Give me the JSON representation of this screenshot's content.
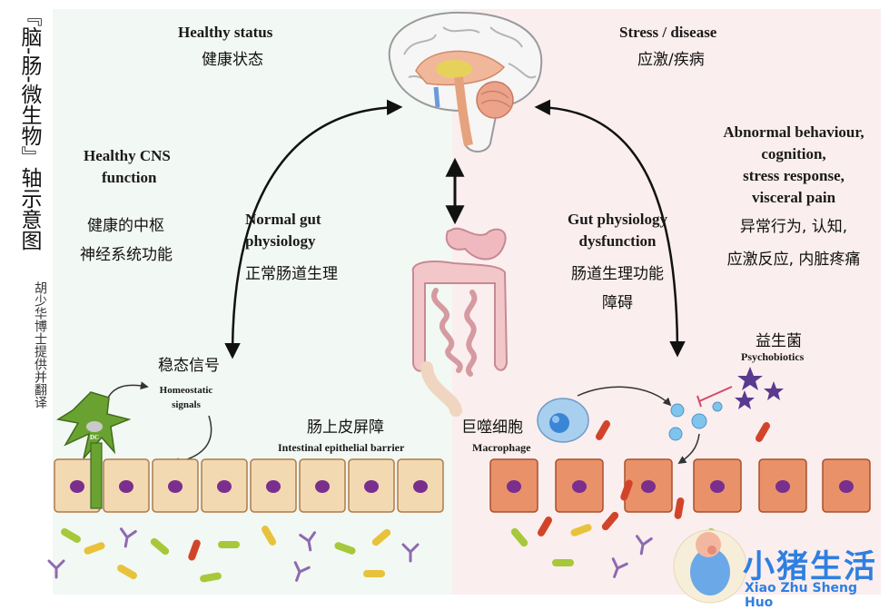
{
  "side_title": "『脑-肠-微生物』轴示意图",
  "side_credit": "胡少华博士提供并翻译",
  "healthy": {
    "title_en": "Healthy status",
    "title_cn": "健康状态",
    "cns_en_1": "Healthy CNS",
    "cns_en_2": "function",
    "cns_cn_1": "健康的中枢",
    "cns_cn_2": "神经系统功能",
    "gut_en_1": "Normal gut",
    "gut_en_2": "physiology",
    "gut_cn": "正常肠道生理",
    "signal_cn": "稳态信号",
    "signal_en_1": "Homeostatic",
    "signal_en_2": "signals",
    "barrier_cn": "肠上皮屏障",
    "barrier_en": "Intestinal epithelial barrier",
    "dc_label": "DC"
  },
  "stress": {
    "title_en": "Stress / disease",
    "title_cn": "应激/疾病",
    "abn_en_1": "Abnormal behaviour,",
    "abn_en_2": "cognition,",
    "abn_en_3": "stress response,",
    "abn_en_4": "visceral pain",
    "abn_cn_1": "异常行为, 认知,",
    "abn_cn_2": "应激反应, 内脏疼痛",
    "gut_en_1": "Gut physiology",
    "gut_en_2": "dysfunction",
    "gut_cn_1": "肠道生理功能",
    "gut_cn_2": "障碍",
    "probiotic_cn": "益生菌",
    "probiotic_en": "Psychobiotics",
    "macrophage_cn": "巨噬细胞",
    "macrophage_en": "Macrophage"
  },
  "logo": {
    "text": "小猪生活",
    "sub": "Xiao Zhu Sheng Huo"
  },
  "colors": {
    "left_bg": "#f2f8f3",
    "right_bg": "#fbeeee",
    "healthy_cell": "#f3d9b2",
    "stress_cell": "#e9926a",
    "nucleus": "#7a2f8e",
    "arrow": "#111111",
    "logo": "#2f7fe0"
  }
}
